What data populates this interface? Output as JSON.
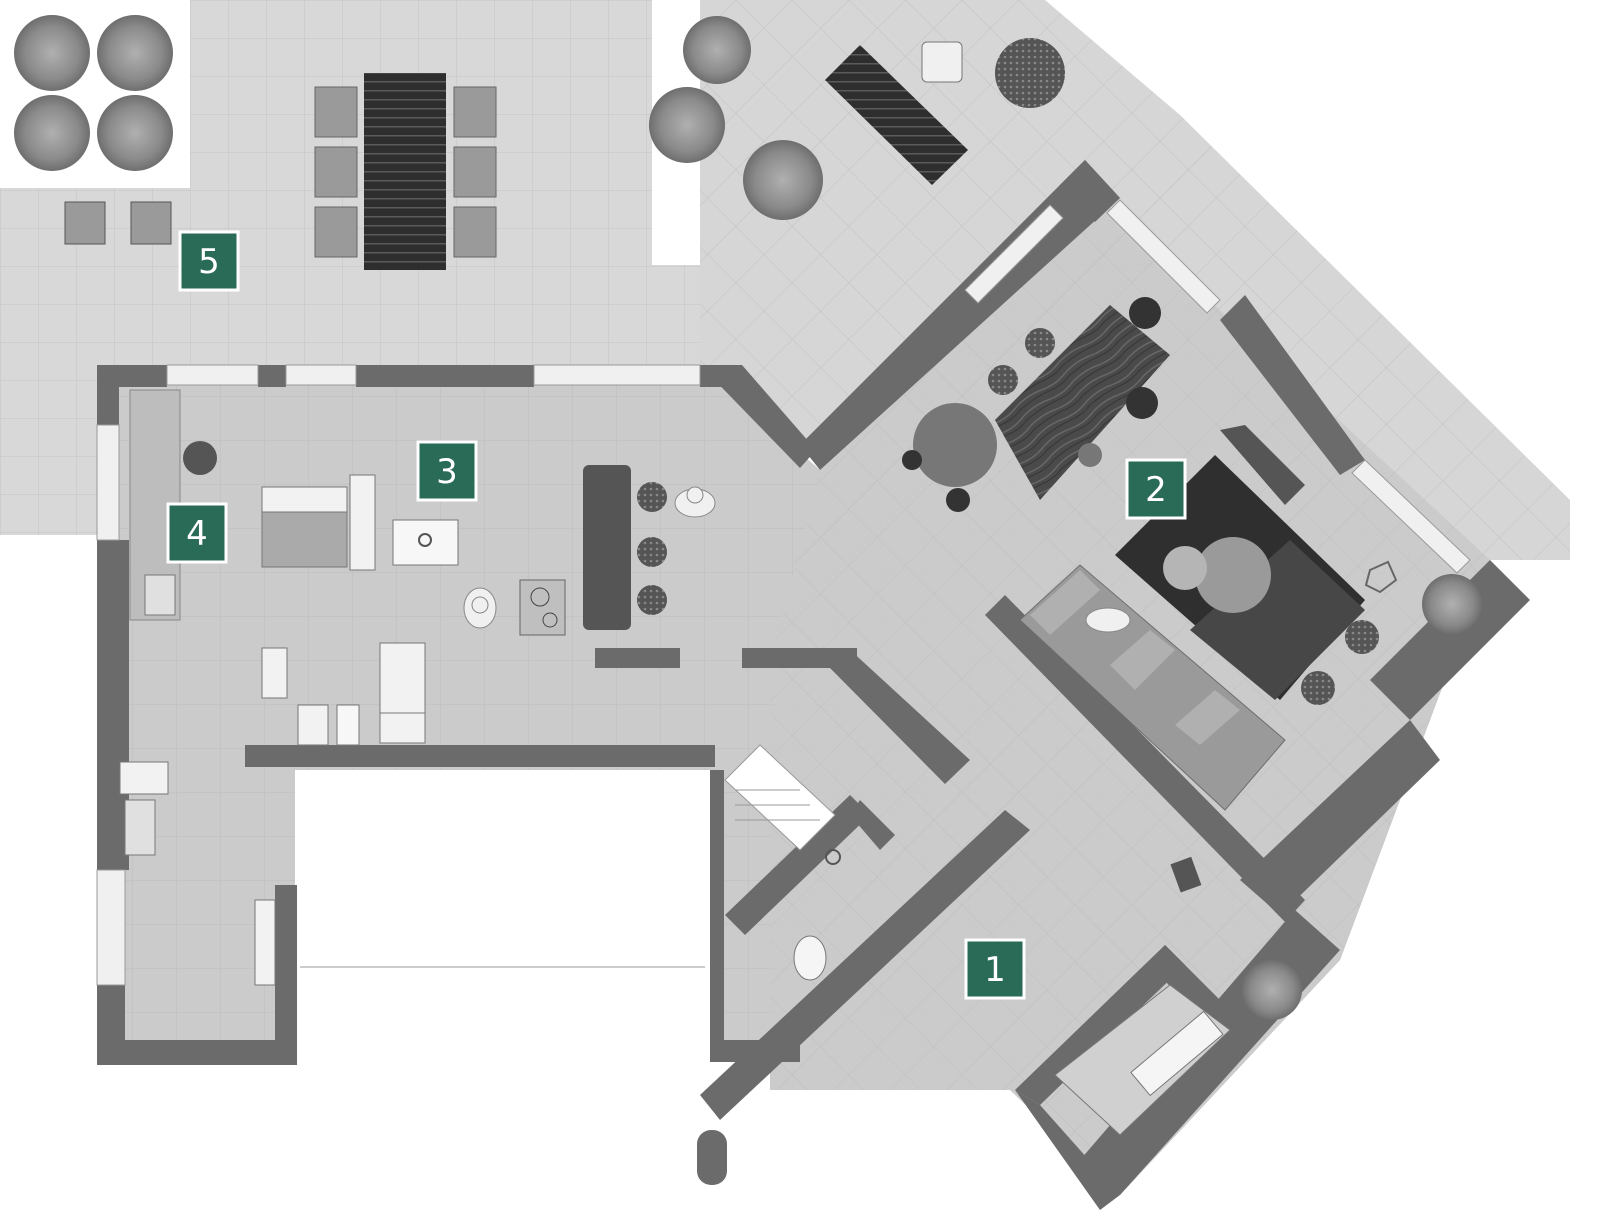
{
  "room_labels": [
    {
      "number": "1"
    },
    {
      "number": "2"
    },
    {
      "number": "3"
    },
    {
      "number": "4"
    },
    {
      "number": "5"
    }
  ],
  "colors": {
    "background": "#ffffff",
    "terrace_tile": "#d8d8d8",
    "interior_floor": "#cbcbcb",
    "wall": "#6b6b6b",
    "window": "#f0f0f0",
    "label_fill": "#2a6b57",
    "label_border": "#ffffff",
    "label_text": "#ffffff",
    "furniture_dark": "#3a3a3a",
    "furniture_mid": "#9a9a9a",
    "furniture_light": "#eaeaea",
    "plant": "#8c8c8c"
  },
  "icons": [
    "tree-icon",
    "chair-icon",
    "table-icon",
    "sofa-icon",
    "toilet-icon",
    "sink-icon",
    "cooktop-icon",
    "person-icon"
  ]
}
